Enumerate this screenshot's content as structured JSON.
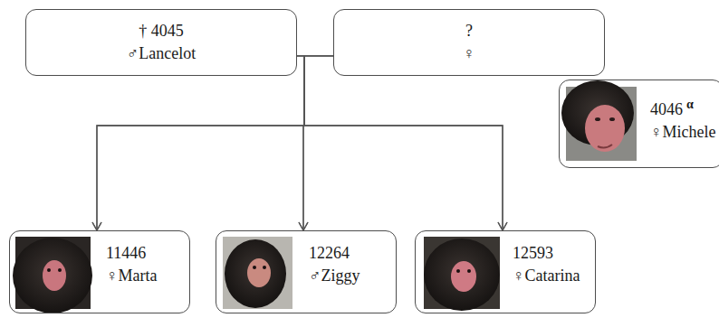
{
  "diagram": {
    "nodes": [
      {
        "text": [
          "† 4045",
          "♂Lancelot"
        ]
      },
      {
        "text": [
          "?",
          "♀"
        ]
      },
      {
        "text": [
          "4046",
          "α",
          "♀Michele"
        ]
      },
      {
        "text": [
          "11446",
          "♀Marta"
        ]
      },
      {
        "text": [
          "12264",
          "♂Ziggy"
        ]
      },
      {
        "text": [
          "12593",
          "♀Catarina"
        ]
      }
    ],
    "edges": [
      {
        "from": 0,
        "to": 3,
        "arrow": "to"
      },
      {
        "from": 0,
        "to": 4,
        "arrow": "to"
      },
      {
        "from": 0,
        "to": 5,
        "arrow": "to"
      },
      {
        "from": 1,
        "to": 3,
        "arrow": "to"
      },
      {
        "from": 1,
        "to": 4,
        "arrow": "to"
      },
      {
        "from": 1,
        "to": 5,
        "arrow": "to"
      }
    ]
  }
}
